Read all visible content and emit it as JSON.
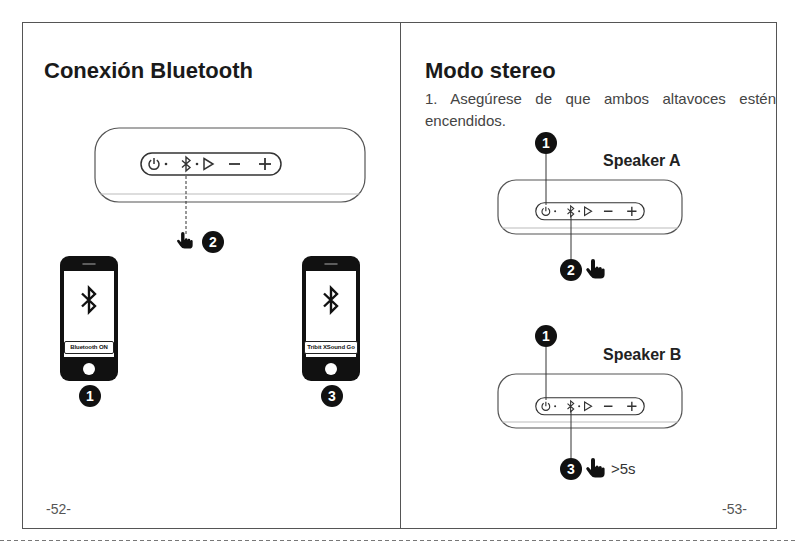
{
  "diagram": {
    "title": "Conexión Bluetooth",
    "nodes": [
      {
        "text": [
          "Bluetooth ON"
        ]
      },
      {
        "text": [
          "Tribit XSound Go"
        ]
      }
    ],
    "labels": [
      "2",
      "1",
      "3",
      "-52-",
      "Modo stereo",
      "1. Asegúrese de que ambos altavoces estén encendidos.",
      "1",
      "Speaker A",
      "2",
      "1",
      "Speaker B",
      "3",
      ">5s",
      "-53-"
    ]
  }
}
